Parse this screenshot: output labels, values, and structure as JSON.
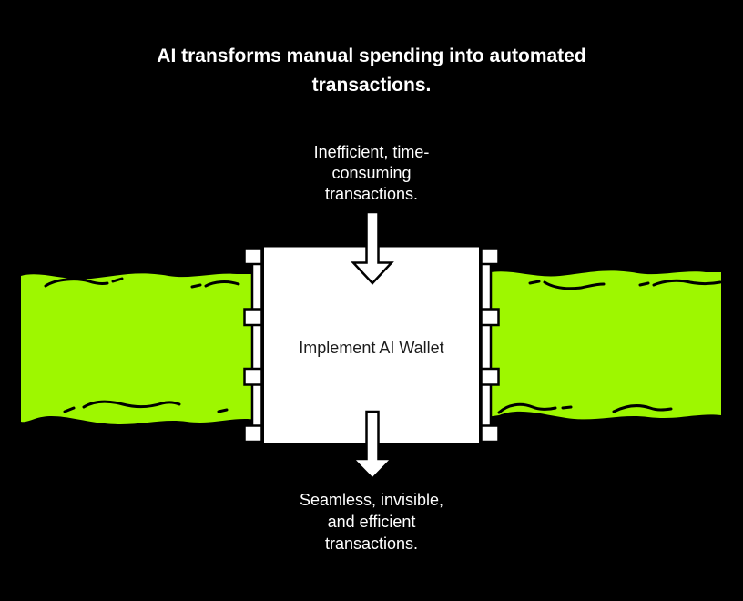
{
  "title": "AI transforms manual spending into automated\ntransactions.",
  "flow": {
    "input_label": "Inefficient, time-\nconsuming\ntransactions.",
    "process_label": "Implement AI Wallet",
    "output_label": "Seamless, invisible,\nand efficient\ntransactions."
  },
  "icons": {
    "top_arrow": "down-arrow",
    "bottom_arrow": "down-arrow",
    "left_band": "manual-spending-flow-band",
    "right_band": "automated-transactions-flow-band"
  },
  "colors": {
    "background": "#000000",
    "band_green": "#9EF700",
    "box_fill": "#FFFFFF",
    "outline": "#000000",
    "title_text": "#FFFFFF",
    "box_text": "#1C1C1C"
  }
}
